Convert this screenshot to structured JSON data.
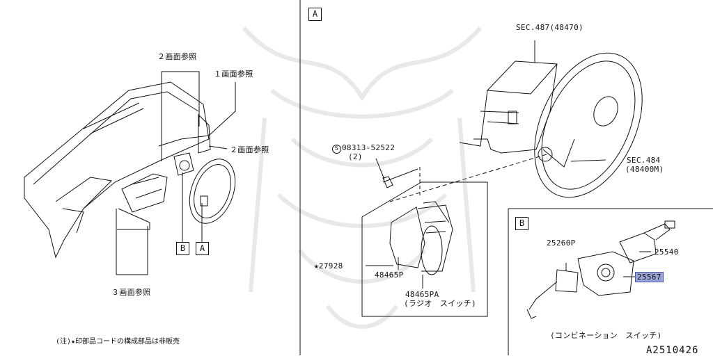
{
  "callouts": {
    "ref_2_top": "２画面参照",
    "ref_1": "１画面参照",
    "ref_2_right": "２画面参照",
    "ref_3": "３画面参照"
  },
  "view_boxes": {
    "b_left": "B",
    "a_left": "A",
    "a_section": "A",
    "b_section": "B"
  },
  "parts": {
    "sec487": "SEC.487(48470)",
    "screw_part": "08313-52522",
    "screw_symbol": "S",
    "screw_qty": "(2)",
    "p27928": "★27928",
    "p48465p": "48465P",
    "p48465pa": "48465PA",
    "p48465pa_desc": "(ラジオ　スイッチ)",
    "sec484": "SEC.484",
    "sec484_sub": "(48400M)",
    "p25260p": "25260P",
    "p25540": "25540",
    "p25567": "25567",
    "combo_switch": "(コンビネーション　スイッチ)"
  },
  "footnote": "(注)★印部品コードの構成部品は非販売",
  "diagram_code": "A2510426",
  "colors": {
    "highlight": "#9aa4d6",
    "line": "#111111",
    "watermark": "#e6e6e6"
  }
}
